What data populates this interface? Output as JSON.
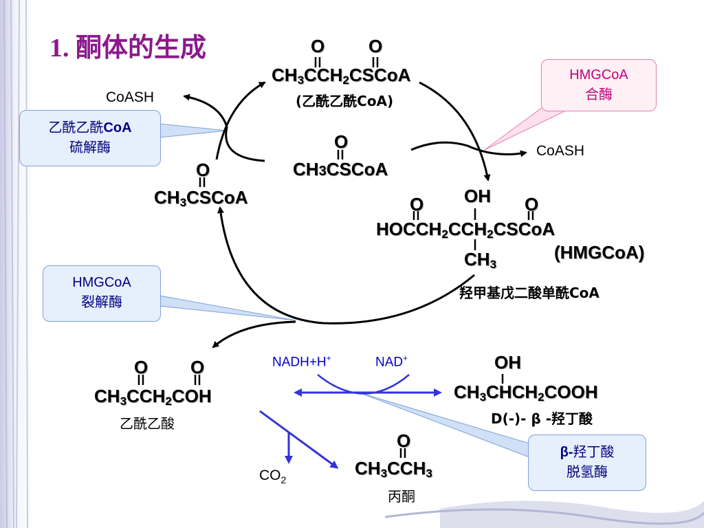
{
  "title": "1. 酮体的生成",
  "compounds": {
    "acetoacetyl_coa": {
      "o1": "O",
      "o2": "O",
      "formula": "CH3CCH2CSCoA",
      "formula_a": "CH",
      "formula_b": "3",
      "formula_c": "CCH",
      "formula_d": "2",
      "formula_e": "CSCoA",
      "name": "(乙酰乙酰CoA)"
    },
    "acetyl_coa_center": {
      "o": "O",
      "formula_a": "CH",
      "formula_b": "3",
      "formula_c": "CSCoA"
    },
    "acetyl_coa_left": {
      "o": "O",
      "formula_a": "CH",
      "formula_b": "3",
      "formula_c": "CSCoA"
    },
    "hmgcoa": {
      "oh": "OH",
      "o1": "O",
      "o2": "O",
      "line_a": "HOCCH",
      "line_b": "2",
      "line_c": "CCH",
      "line_d": "2",
      "line_e": "CSCoA",
      "ch3_a": "CH",
      "ch3_b": "3",
      "abbr": "(HMGCoA)",
      "name": "羟甲基戊二酸单酰CoA"
    },
    "acetoacetate": {
      "o1": "O",
      "o2": "O",
      "a": "CH",
      "b": "3",
      "c": "CCH",
      "d": "2",
      "e": "COH",
      "name": "乙酰乙酸"
    },
    "hydroxybutyrate": {
      "oh": "OH",
      "a": "CH",
      "b": "3",
      "c": "CHCH",
      "d": "2",
      "e": "COOH",
      "name": "D(-)- β -羟丁酸"
    },
    "acetone": {
      "o": "O",
      "a": "CH",
      "b": "3",
      "c": "CCH",
      "d": "3",
      "name": "丙酮"
    }
  },
  "labels": {
    "coash_left": "CoASH",
    "coash_right": "CoASH",
    "nadh": "NADH+H",
    "nadh_sup": "+",
    "nad": "NAD",
    "nad_sup": "+",
    "co2_a": "CO",
    "co2_b": "2"
  },
  "enzymes": {
    "thiolase_line1": "乙酰乙酰",
    "thiolase_line1b": "CoA",
    "thiolase_line2": "硫解酶",
    "hmg_synthase_line1": "HMGCoA",
    "hmg_synthase_line2": "合酶",
    "hmg_lyase_line1": "HMGCoA",
    "hmg_lyase_line2": "裂解酶",
    "bhb_dh_line1a": "β-",
    "bhb_dh_line1b": "羟丁酸",
    "bhb_dh_line2": "脱氢酶"
  },
  "colors": {
    "title": "#8b1a8b",
    "arrow_black": "#000000",
    "arrow_blue": "#3333dd",
    "enzyme_blue_bg": "#e6f0fc",
    "enzyme_pink_bg": "#fff0f5",
    "enzyme_pink_text": "#c0007a",
    "enzyme_blue_text": "#000080"
  }
}
